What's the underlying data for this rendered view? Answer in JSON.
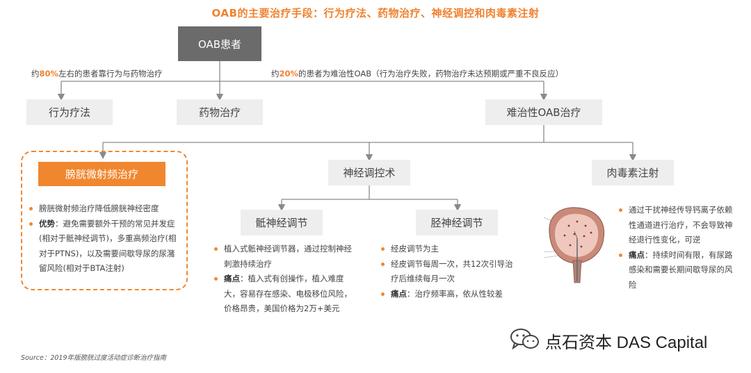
{
  "title": "OAB的主要治疗手段：行为疗法、药物治疗、神经调控和肉毒素注射",
  "root": "OAB患者",
  "note_left": {
    "pre": "约",
    "pct": "80%",
    "post": "左右的患者靠行为与药物治疗"
  },
  "note_right": {
    "pre": "约",
    "pct": "20%",
    "post": "的患者为难治性OAB（行为治疗失败，药物治疗未达预期或严重不良反应）"
  },
  "level1": {
    "behavioral": "行为疗法",
    "drug": "药物治疗",
    "refractory": "难治性OAB治疗"
  },
  "level2": {
    "bladder": "膀胱微射频治疗",
    "neuro": "神经调控术",
    "botox": "肉毒素注射"
  },
  "level3": {
    "sacral": "骶神经调节",
    "tibial": "胫神经调节"
  },
  "bladder_points": [
    {
      "label": "",
      "text": "膀胱微射频治疗降低膀胱神经密度"
    },
    {
      "label": "优势",
      "text": "：避免需要额外干预的常见并发症(相对于骶神经调节)，多重高频治疗(相对于PTNS)，以及需要间歇导尿的尿潴留风险(相对于BTA注射)"
    }
  ],
  "sacral_points": [
    {
      "label": "",
      "text": "植入式骶神经调节器，通过控制神经刺激持续治疗"
    },
    {
      "label": "痛点",
      "text": "：植入式有创操作，植入难度大，容易存在感染、电极移位风险，价格昂贵，美国价格为2万+美元"
    }
  ],
  "tibial_points": [
    {
      "label": "",
      "text": "经皮调节为主"
    },
    {
      "label": "",
      "text": "经皮调节每周一次，共12次引导治疗后维续每月一次"
    },
    {
      "label": "痛点",
      "text": "：治疗频率高，依从性较差"
    }
  ],
  "botox_points": [
    {
      "label": "",
      "text": "通过干扰神经传导钙离子依赖性通道进行治疗，不会导致神经退行性变化，可逆"
    },
    {
      "label": "痛点",
      "text": "：持续时间有限，有尿路感染和需要长期间歇导尿的风险"
    }
  ],
  "source": "Source：2019年版膀胱过度活动症诊断治疗指南",
  "watermark": "点石资本 DAS Capital",
  "colors": {
    "accent": "#f0872f",
    "dark_box": "#6b6b6b",
    "grey_box": "#eeeeee"
  }
}
